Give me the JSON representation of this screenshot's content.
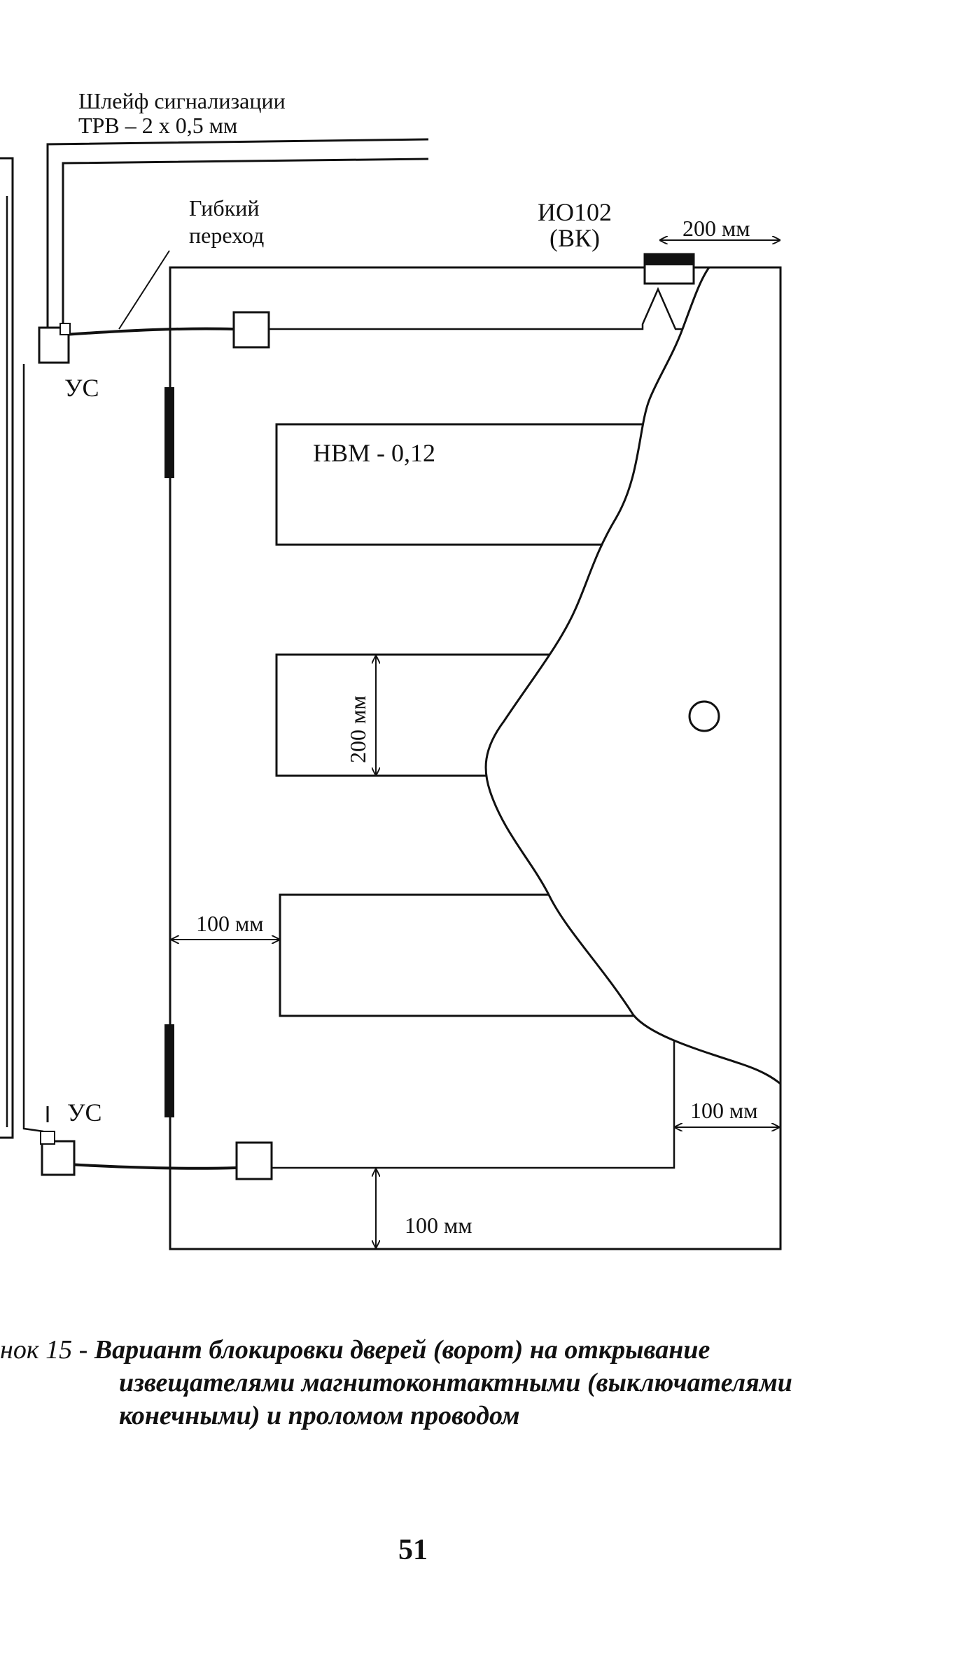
{
  "labels": {
    "loop_line1": "Шлейф сигнализации",
    "loop_line2": "ТРВ – 2 х 0,5 мм",
    "flex_line1": "Гибкий",
    "flex_line2": "переход",
    "sensor_line1": "ИО102",
    "sensor_line2": "(ВК)",
    "us_top": "УС",
    "us_bottom": "УС",
    "mesh": "НВМ - 0,12"
  },
  "dimensions": {
    "top_right": "200 мм",
    "slot": "200 мм",
    "left": "100 мм",
    "right": "100 мм",
    "bottom": "100 мм"
  },
  "caption": {
    "prefix": "нок 15 - ",
    "line1": "Вариант блокировки дверей (ворот) на открывание",
    "line2": "извещателями магнитоконтактными (выключателями",
    "line3": "конечными) и проломом проводом"
  },
  "page_number": "51"
}
